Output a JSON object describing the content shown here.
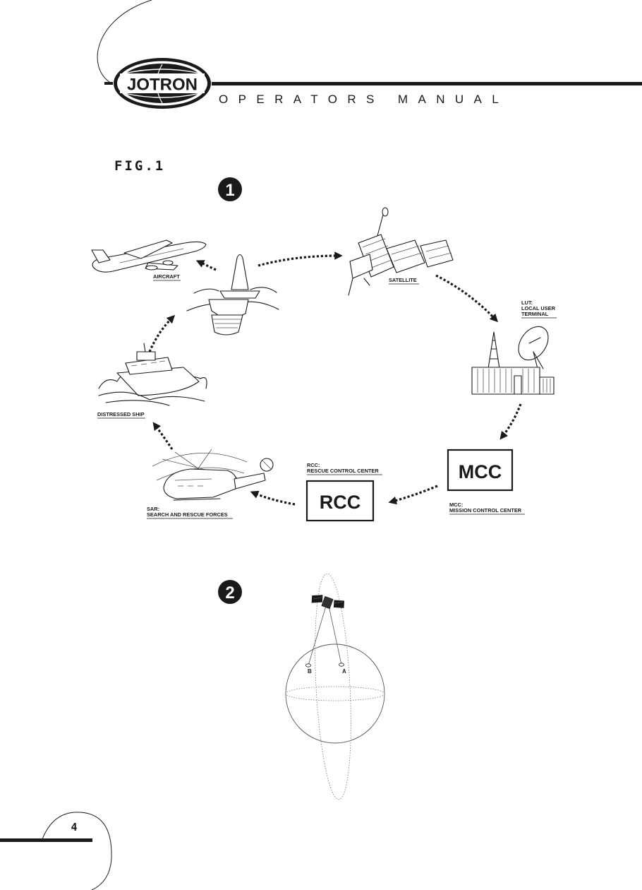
{
  "header": {
    "brand": "JOTRON",
    "subtitle": "OPERATORS MANUAL"
  },
  "figure": {
    "label": "FIG.1",
    "step1": "1",
    "step2": "2"
  },
  "cycle": {
    "aircraft": "AIRCRAFT",
    "satellite": "SATELLITE",
    "lut_line1": "LUT:",
    "lut_line2": "LOCAL USER",
    "lut_line3": "TERMINAL",
    "mcc_box": "MCC",
    "mcc_line1": "MCC:",
    "mcc_line2": "MISSION CONTROL CENTER",
    "rcc_box": "RCC",
    "rcc_line1": "RCC:",
    "rcc_line2": "RESCUE CONTROL CENTER",
    "sar_line1": "SAR:",
    "sar_line2": "SEARCH AND RESCUE FORCES",
    "ship": "DISTRESSED SHIP"
  },
  "orbit": {
    "point_b": "B",
    "point_a": "A"
  },
  "footer": {
    "page_number": "4"
  },
  "colors": {
    "ink": "#1a1a1a",
    "paper": "#ffffff"
  }
}
